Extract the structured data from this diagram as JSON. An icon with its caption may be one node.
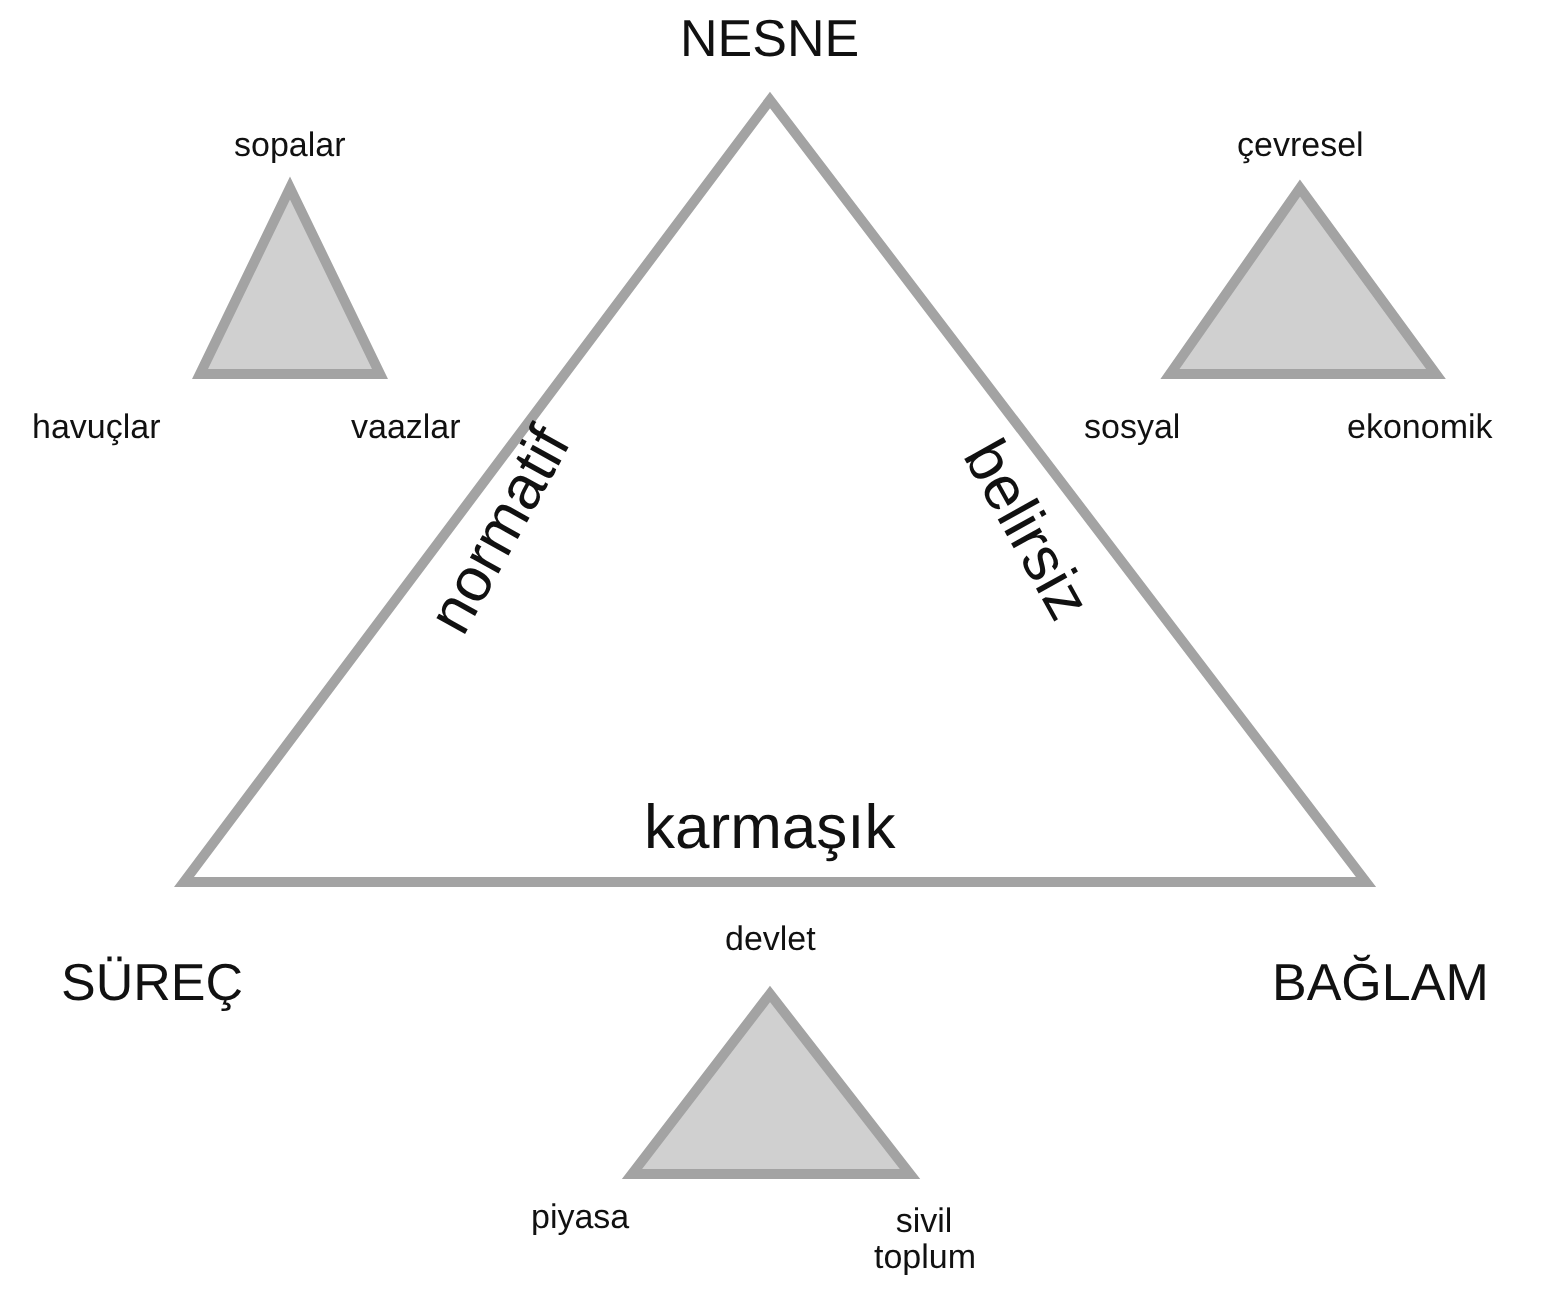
{
  "diagram": {
    "nodes": [
      {
        "text": [
          "sopalar",
          "havuçlar",
          "vaazlar"
        ]
      },
      {
        "text": [
          "normatif",
          "belirsiz",
          "karmaşık"
        ],
        "beside": [
          "NESNE",
          "SÜREÇ",
          "BAĞLAM"
        ]
      },
      {
        "text": [
          "çevresel",
          "sosyal",
          "ekonomik"
        ]
      },
      {
        "text": [
          "devlet",
          "piyasa",
          "sivil toplum"
        ]
      }
    ],
    "edges": []
  }
}
